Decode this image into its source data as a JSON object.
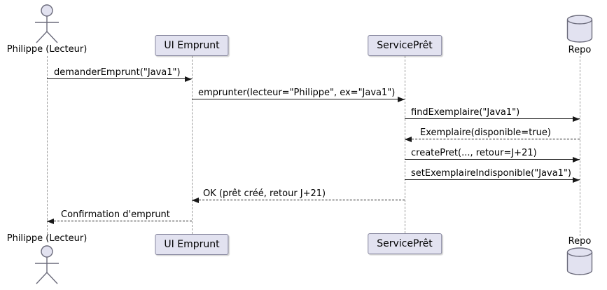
{
  "diagram": {
    "type": "uml-sequence",
    "colors": {
      "background": "#FFFFFF",
      "shape_fill": "#E2E2F0",
      "shape_border": "#83839B",
      "lifeline": "#9A9A9A",
      "message_line": "#181818",
      "text": "#000000"
    },
    "participants": [
      {
        "id": "philippe",
        "kind": "actor",
        "label": "Philippe (Lecteur)"
      },
      {
        "id": "ui-emprunt",
        "kind": "participant",
        "label": "UI Emprunt"
      },
      {
        "id": "servicepret",
        "kind": "participant",
        "label": "ServicePrêt"
      },
      {
        "id": "repo",
        "kind": "database",
        "label": "Repo"
      }
    ],
    "messages": [
      {
        "from": "Philippe (Lecteur)",
        "to": "UI Emprunt",
        "line": "solid",
        "label": "demanderEmprunt(\"Java1\")"
      },
      {
        "from": "UI Emprunt",
        "to": "ServicePrêt",
        "line": "solid",
        "label": "emprunter(lecteur=\"Philippe\", ex=\"Java1\")"
      },
      {
        "from": "ServicePrêt",
        "to": "Repo",
        "line": "solid",
        "label": "findExemplaire(\"Java1\")"
      },
      {
        "from": "Repo",
        "to": "ServicePrêt",
        "line": "dashed",
        "label": "Exemplaire(disponible=true)"
      },
      {
        "from": "ServicePrêt",
        "to": "Repo",
        "line": "solid",
        "label": "createPret(..., retour=J+21)"
      },
      {
        "from": "ServicePrêt",
        "to": "Repo",
        "line": "solid",
        "label": "setExemplaireIndisponible(\"Java1\")"
      },
      {
        "from": "ServicePrêt",
        "to": "UI Emprunt",
        "line": "dashed",
        "label": "OK (prêt créé, retour J+21)"
      },
      {
        "from": "UI Emprunt",
        "to": "Philippe (Lecteur)",
        "line": "dashed",
        "label": "Confirmation d'emprunt"
      }
    ]
  }
}
